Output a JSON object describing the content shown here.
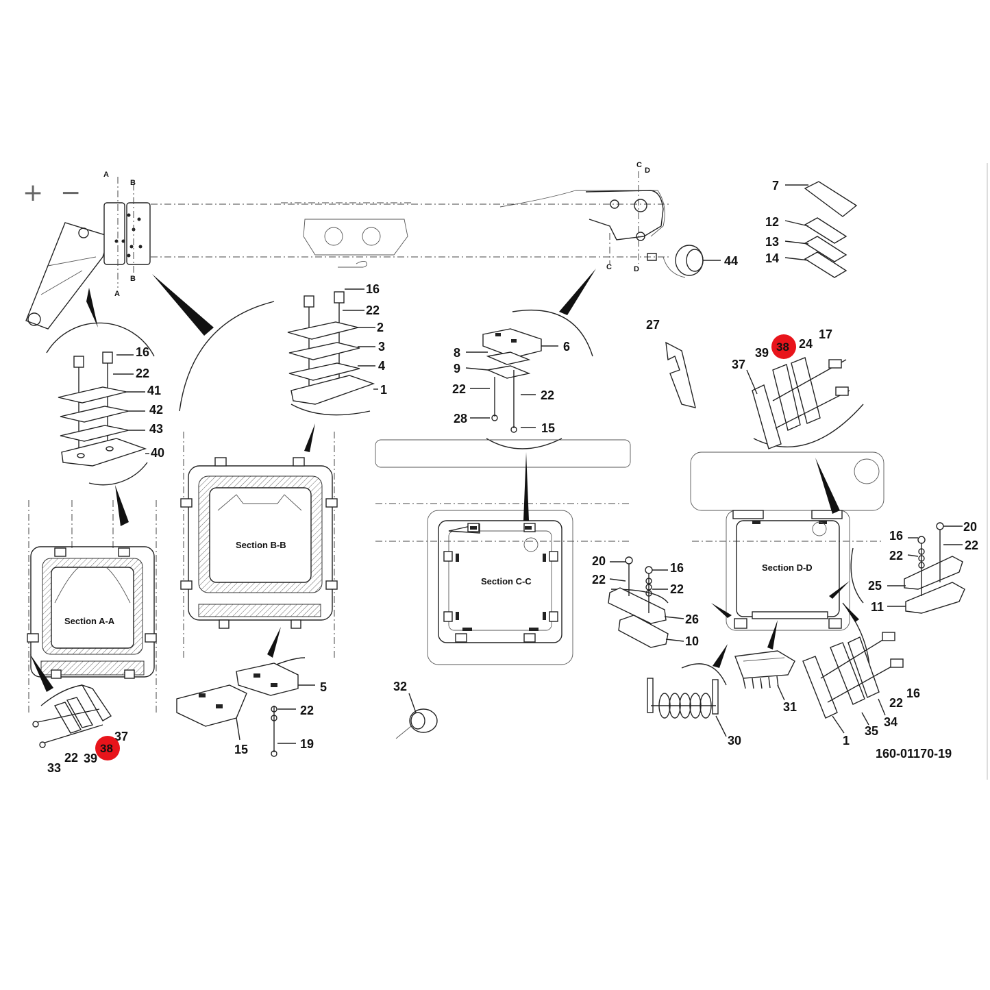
{
  "toolbar": {
    "zoom_in_label": "+",
    "zoom_out_label": "−"
  },
  "section_markers": [
    "A",
    "B",
    "C",
    "D"
  ],
  "sections": {
    "a": "Section A-A",
    "b": "Section B-B",
    "c": "Section C-C",
    "d": "Section D-D"
  },
  "callouts": {
    "c7": "7",
    "c12": "12",
    "c13": "13",
    "c14": "14",
    "c44": "44",
    "g1_16": "16",
    "g1_22": "22",
    "g1_2": "2",
    "g1_3": "3",
    "g1_4": "4",
    "g1_1": "1",
    "g2_16": "16",
    "g2_22": "22",
    "g2_41": "41",
    "g2_42": "42",
    "g2_43": "43",
    "g2_40": "40",
    "g3_6": "6",
    "g3_8": "8",
    "g3_9": "9",
    "g3_22a": "22",
    "g3_22b": "22",
    "g3_28": "28",
    "g3_15": "15",
    "c27": "27",
    "g4_37": "37",
    "g4_39": "39",
    "g4_24": "24",
    "g4_17": "17",
    "g5_37": "37",
    "g5_22": "22",
    "g5_39": "39",
    "g5_33": "33",
    "g6_5": "5",
    "g6_22": "22",
    "g6_19": "19",
    "g6_15": "15",
    "c32": "32",
    "g7_20": "20",
    "g7_22a": "22",
    "g7_16": "16",
    "g7_22b": "22",
    "g7_26": "26",
    "g7_10": "10",
    "c30": "30",
    "c31": "31",
    "g8_1": "1",
    "g8_35": "35",
    "g8_34": "34",
    "g8_22": "22",
    "g8_16": "16",
    "g9_16": "16",
    "g9_20": "20",
    "g9_22a": "22",
    "g9_22b": "22",
    "g9_25": "25",
    "g9_11": "11"
  },
  "highlights": {
    "h1": "38",
    "h2": "38"
  },
  "highlight_color": "#e8141b",
  "drawing_number": "160-01170-19"
}
